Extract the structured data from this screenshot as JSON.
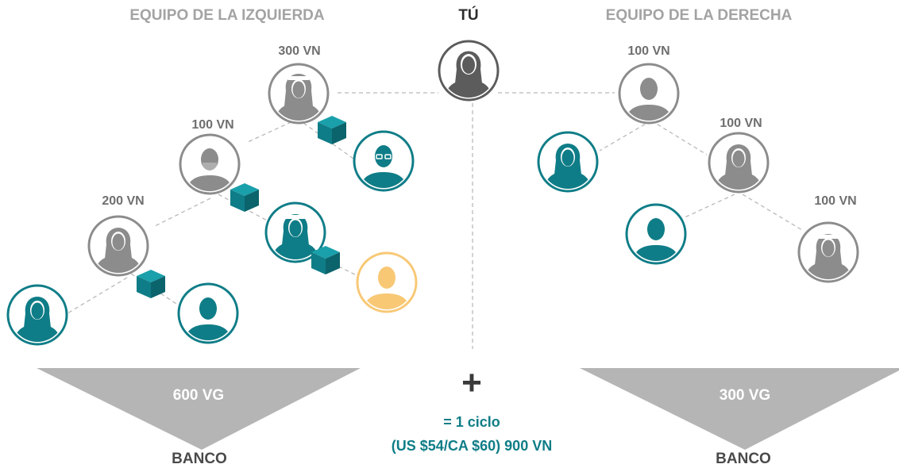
{
  "headers": {
    "left_team": "EQUIPO DE LA IZQUIERDA",
    "you": "TÚ",
    "right_team": "EQUIPO DE LA DERECHA"
  },
  "volume_labels": {
    "left_top": "300 VN",
    "left_mid": "100 VN",
    "left_low": "200 VN",
    "right_top": "100 VN",
    "right_mid": "100 VN",
    "right_low": "100 VN"
  },
  "funnels": {
    "left_vg": "600 VG",
    "right_vg": "300 VG",
    "left_bank": "BANCO",
    "right_bank": "BANCO"
  },
  "summary": {
    "plus": "+",
    "line1": "= 1 ciclo",
    "line2": "(US $54/CA $60) 900 VN"
  },
  "colors": {
    "gray_avatar": "#8c8c8c",
    "teal_avatar": "#0f7d87",
    "yellow_avatar": "#f8c875",
    "you_avatar": "#5c5c5c",
    "funnel": "#b5b5b5",
    "package": "#0f7d87"
  },
  "icons": {
    "avatar": "person-avatar-icon",
    "package": "package-box-icon"
  }
}
